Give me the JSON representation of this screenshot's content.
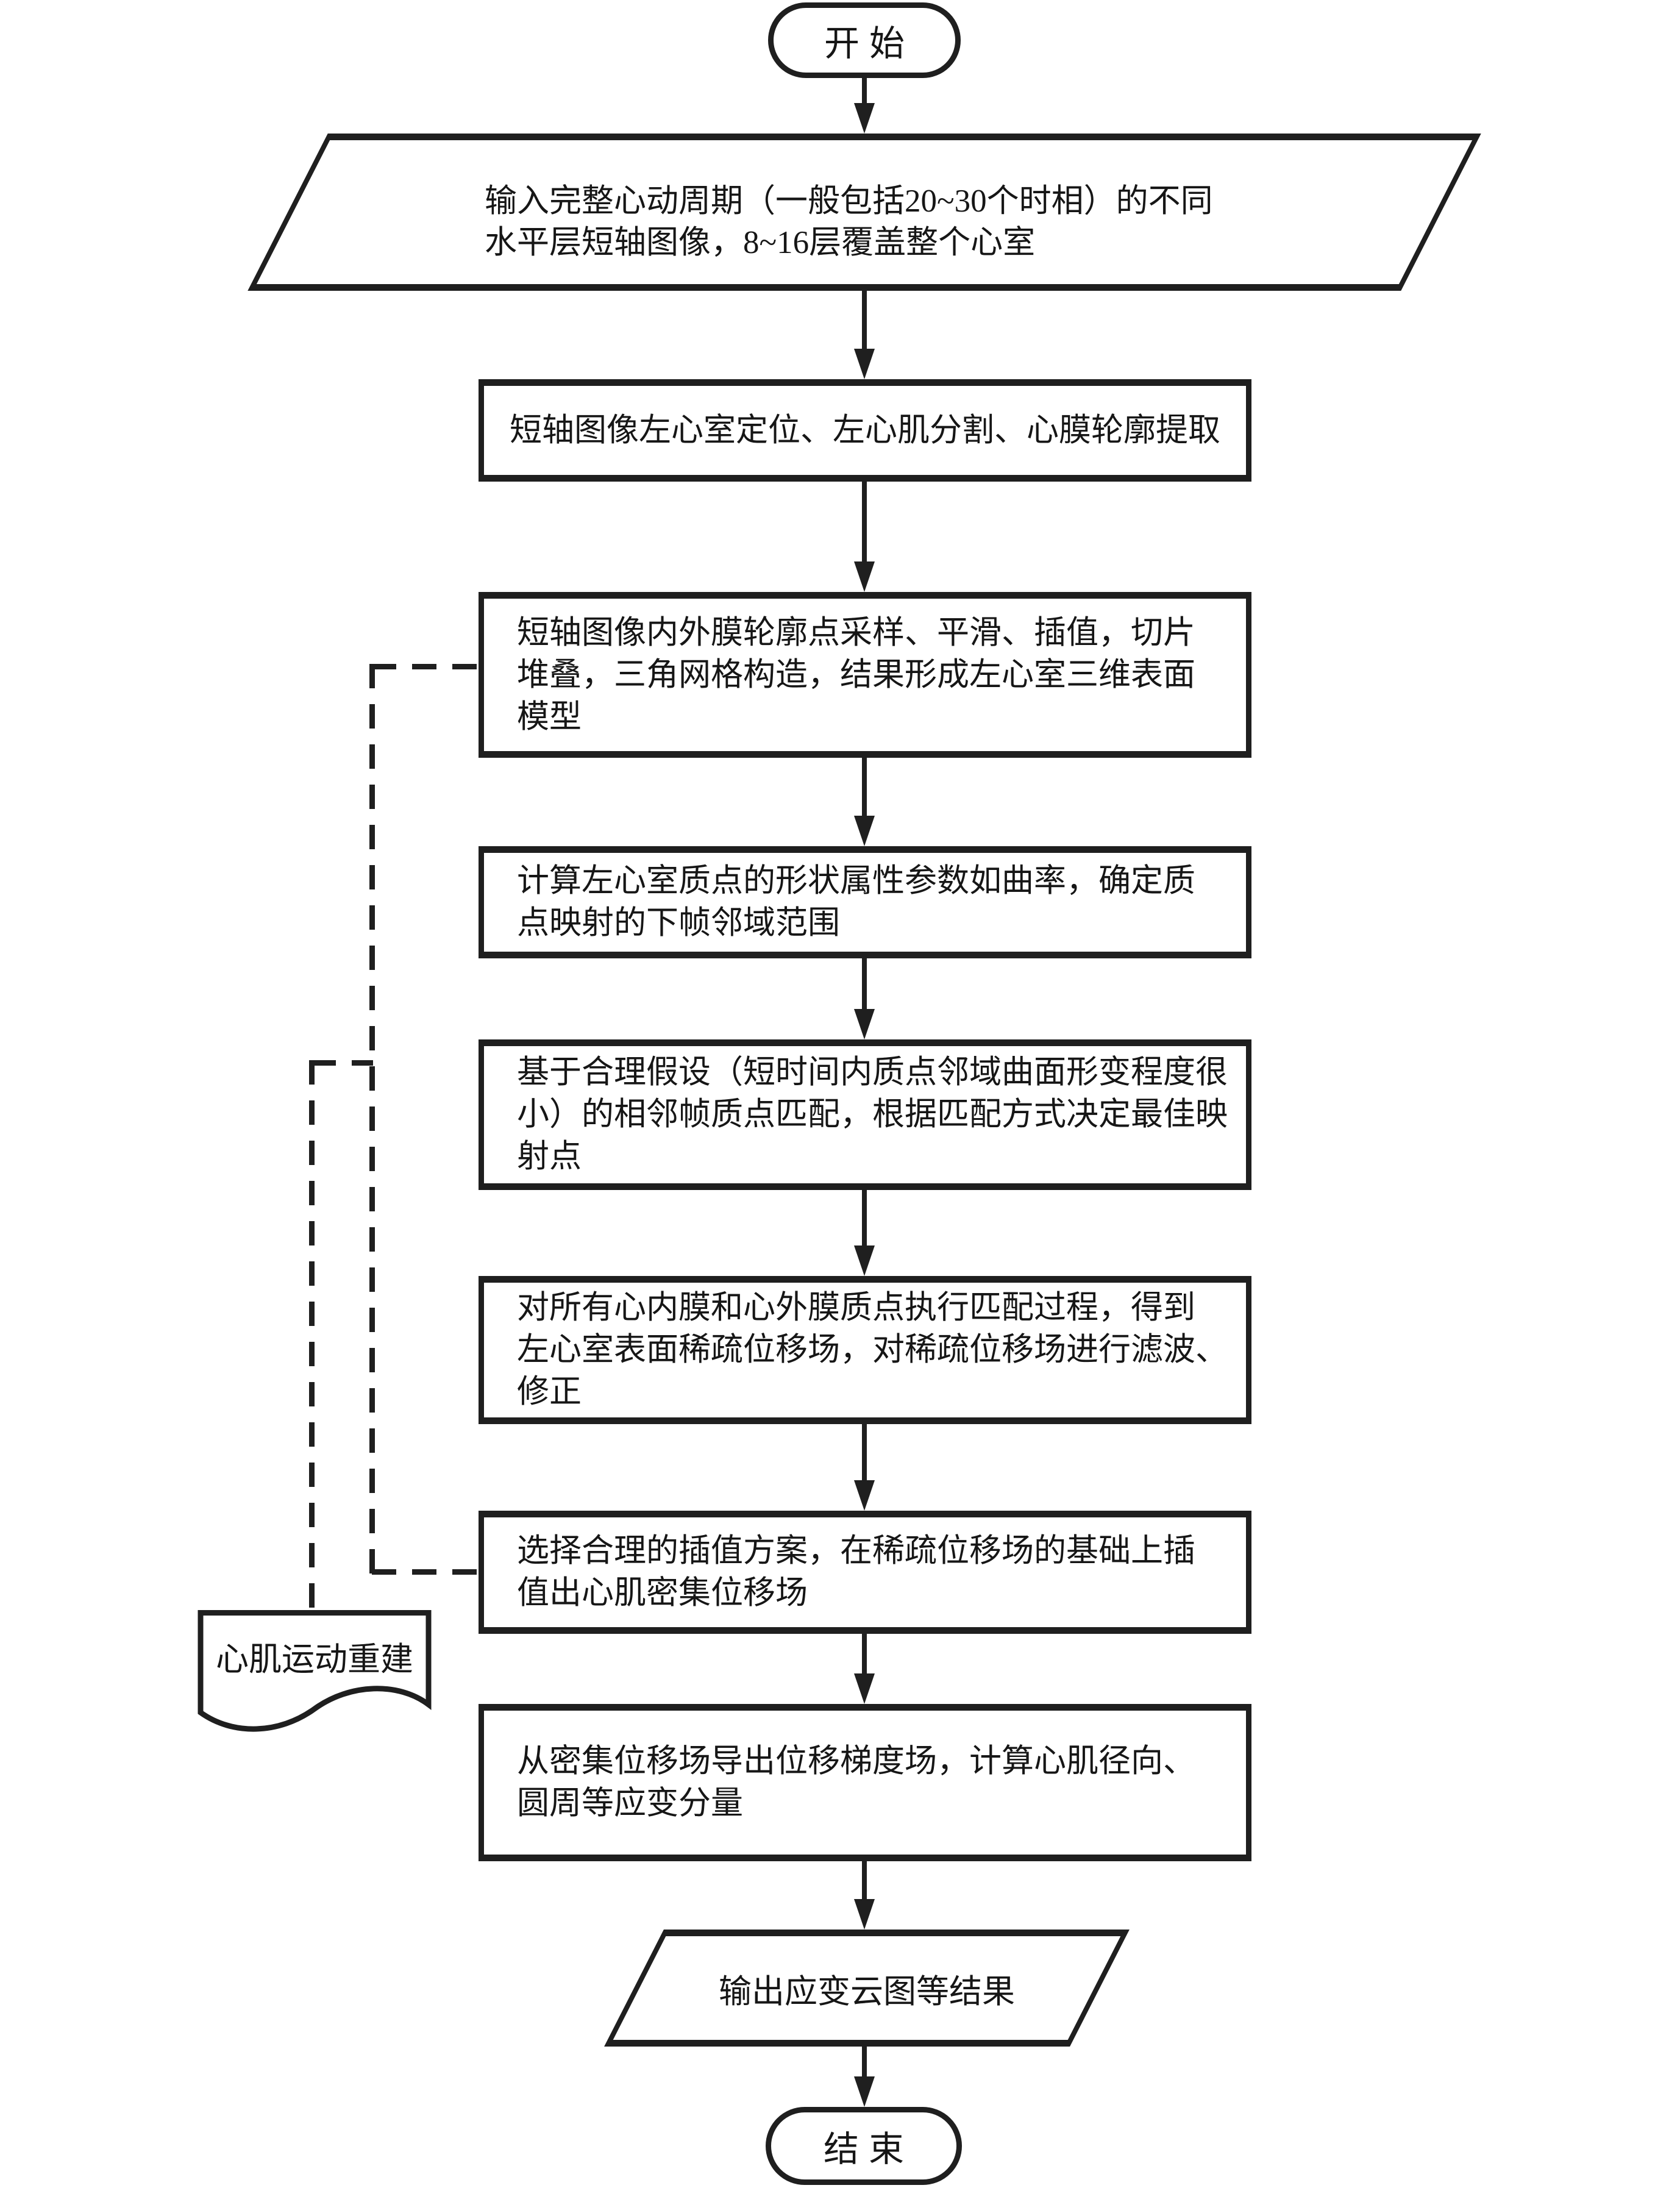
{
  "diagram": {
    "type": "flowchart",
    "language": "zh-CN",
    "colors": {
      "background": "#ffffff",
      "stroke": "#1f1f1f",
      "text": "#161616"
    },
    "nodes": {
      "start": {
        "shape": "terminator",
        "label": "开始"
      },
      "input": {
        "shape": "parallelogram-io",
        "lines": [
          "输入完整心动周期（一般包括20~30个时相）的不同",
          "水平层短轴图像，8~16层覆盖整个心室"
        ]
      },
      "step1": {
        "shape": "process",
        "lines": [
          "短轴图像左心室定位、左心肌分割、心膜轮廓提取"
        ]
      },
      "step2": {
        "shape": "process",
        "lines": [
          "短轴图像内外膜轮廓点采样、平滑、插值，切片",
          "堆叠，三角网格构造，结果形成左心室三维表面",
          "模型"
        ]
      },
      "step3": {
        "shape": "process",
        "lines": [
          "计算左心室质点的形状属性参数如曲率，确定质",
          "点映射的下帧邻域范围"
        ]
      },
      "step4": {
        "shape": "process",
        "lines": [
          "基于合理假设（短时间内质点邻域曲面形变程度很",
          "小）的相邻帧质点匹配，根据匹配方式决定最佳映",
          "射点"
        ]
      },
      "step5": {
        "shape": "process",
        "lines": [
          "对所有心内膜和心外膜质点执行匹配过程，得到",
          "左心室表面稀疏位移场，对稀疏位移场进行滤波、",
          "修正"
        ]
      },
      "step6": {
        "shape": "process",
        "lines": [
          "选择合理的插值方案，在稀疏位移场的基础上插",
          "值出心肌密集位移场"
        ]
      },
      "step7": {
        "shape": "process",
        "lines": [
          "从密集位移场导出位移梯度场，计算心肌径向、",
          "圆周等应变分量"
        ]
      },
      "output": {
        "shape": "parallelogram-io",
        "label": "输出应变云图等结果"
      },
      "end": {
        "shape": "terminator",
        "label": "结束"
      },
      "note": {
        "shape": "document",
        "label": "心肌运动重建"
      }
    },
    "edges": {
      "solid_flow": [
        "start→input",
        "input→step1",
        "step1→step2",
        "step2→step3",
        "step3→step4",
        "step4→step5",
        "step5→step6",
        "step6→step7",
        "step7→output",
        "output→end"
      ],
      "dashed_bracket": [
        "step2-left ⇢ step6-left (vertical rail)",
        "rail ⇢ note-document (心肌运动重建 groups steps 2–6)"
      ]
    }
  }
}
